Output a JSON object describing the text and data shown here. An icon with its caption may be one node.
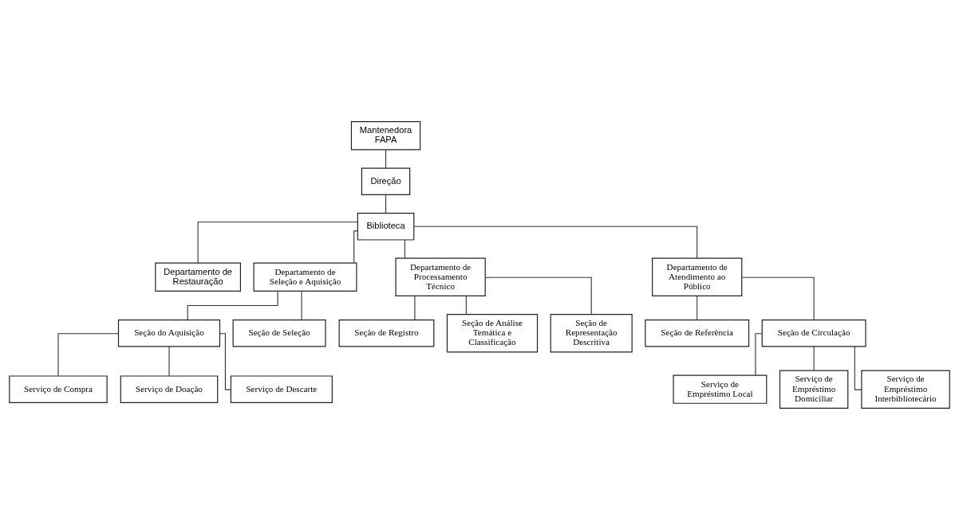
{
  "diagram": {
    "nodes": [
      {
        "text": [
          "Mantenedora",
          "FAPA"
        ]
      },
      {
        "text": [
          "Direção"
        ]
      },
      {
        "text": [
          "Biblioteca"
        ]
      },
      {
        "text": [
          "Departamento de Restauração"
        ]
      },
      {
        "text": [
          "Departamento de Seleção e Aquisição"
        ]
      },
      {
        "text": [
          "Departamento de Processamento Técnico"
        ]
      },
      {
        "text": [
          "Departamento de Atendimento ao Público"
        ]
      },
      {
        "text": [
          "Seção do Aquisição"
        ]
      },
      {
        "text": [
          "Seção de Seleção"
        ]
      },
      {
        "text": [
          "Serviço de Compra"
        ]
      },
      {
        "text": [
          "Serviço de Doação"
        ]
      },
      {
        "text": [
          "Serviço de Descarte"
        ]
      },
      {
        "text": [
          "Seção de Registro"
        ]
      },
      {
        "text": [
          "Seção de Análise Temática e Classificação"
        ]
      },
      {
        "text": [
          "Seção de Representação Descritiva"
        ]
      },
      {
        "text": [
          "Seção de Referência"
        ]
      },
      {
        "text": [
          "Seção de Circulação"
        ]
      },
      {
        "text": [
          "Serviço de Empréstimo Local"
        ]
      },
      {
        "text": [
          "Serviço de Empréstimo Domiciliar"
        ]
      },
      {
        "text": [
          "Serviço de Empréstimo Interbibliotecário"
        ]
      }
    ],
    "edges": [
      {
        "from": 0,
        "to": 1,
        "arrow": "none"
      },
      {
        "from": 1,
        "to": 2,
        "arrow": "none"
      },
      {
        "from": 2,
        "to": 3,
        "arrow": "none"
      },
      {
        "from": 2,
        "to": 4,
        "arrow": "none"
      },
      {
        "from": 2,
        "to": 5,
        "arrow": "none"
      },
      {
        "from": 2,
        "to": 6,
        "arrow": "none"
      },
      {
        "from": 4,
        "to": 7,
        "arrow": "none"
      },
      {
        "from": 4,
        "to": 8,
        "arrow": "none"
      },
      {
        "from": 7,
        "to": 9,
        "arrow": "none"
      },
      {
        "from": 7,
        "to": 10,
        "arrow": "none"
      },
      {
        "from": 7,
        "to": 11,
        "arrow": "none"
      },
      {
        "from": 5,
        "to": 12,
        "arrow": "none"
      },
      {
        "from": 5,
        "to": 13,
        "arrow": "none"
      },
      {
        "from": 5,
        "to": 14,
        "arrow": "none"
      },
      {
        "from": 6,
        "to": 15,
        "arrow": "none"
      },
      {
        "from": 6,
        "to": 16,
        "arrow": "none"
      },
      {
        "from": 16,
        "to": 17,
        "arrow": "none"
      },
      {
        "from": 16,
        "to": 18,
        "arrow": "none"
      },
      {
        "from": 16,
        "to": 19,
        "arrow": "none"
      }
    ]
  }
}
